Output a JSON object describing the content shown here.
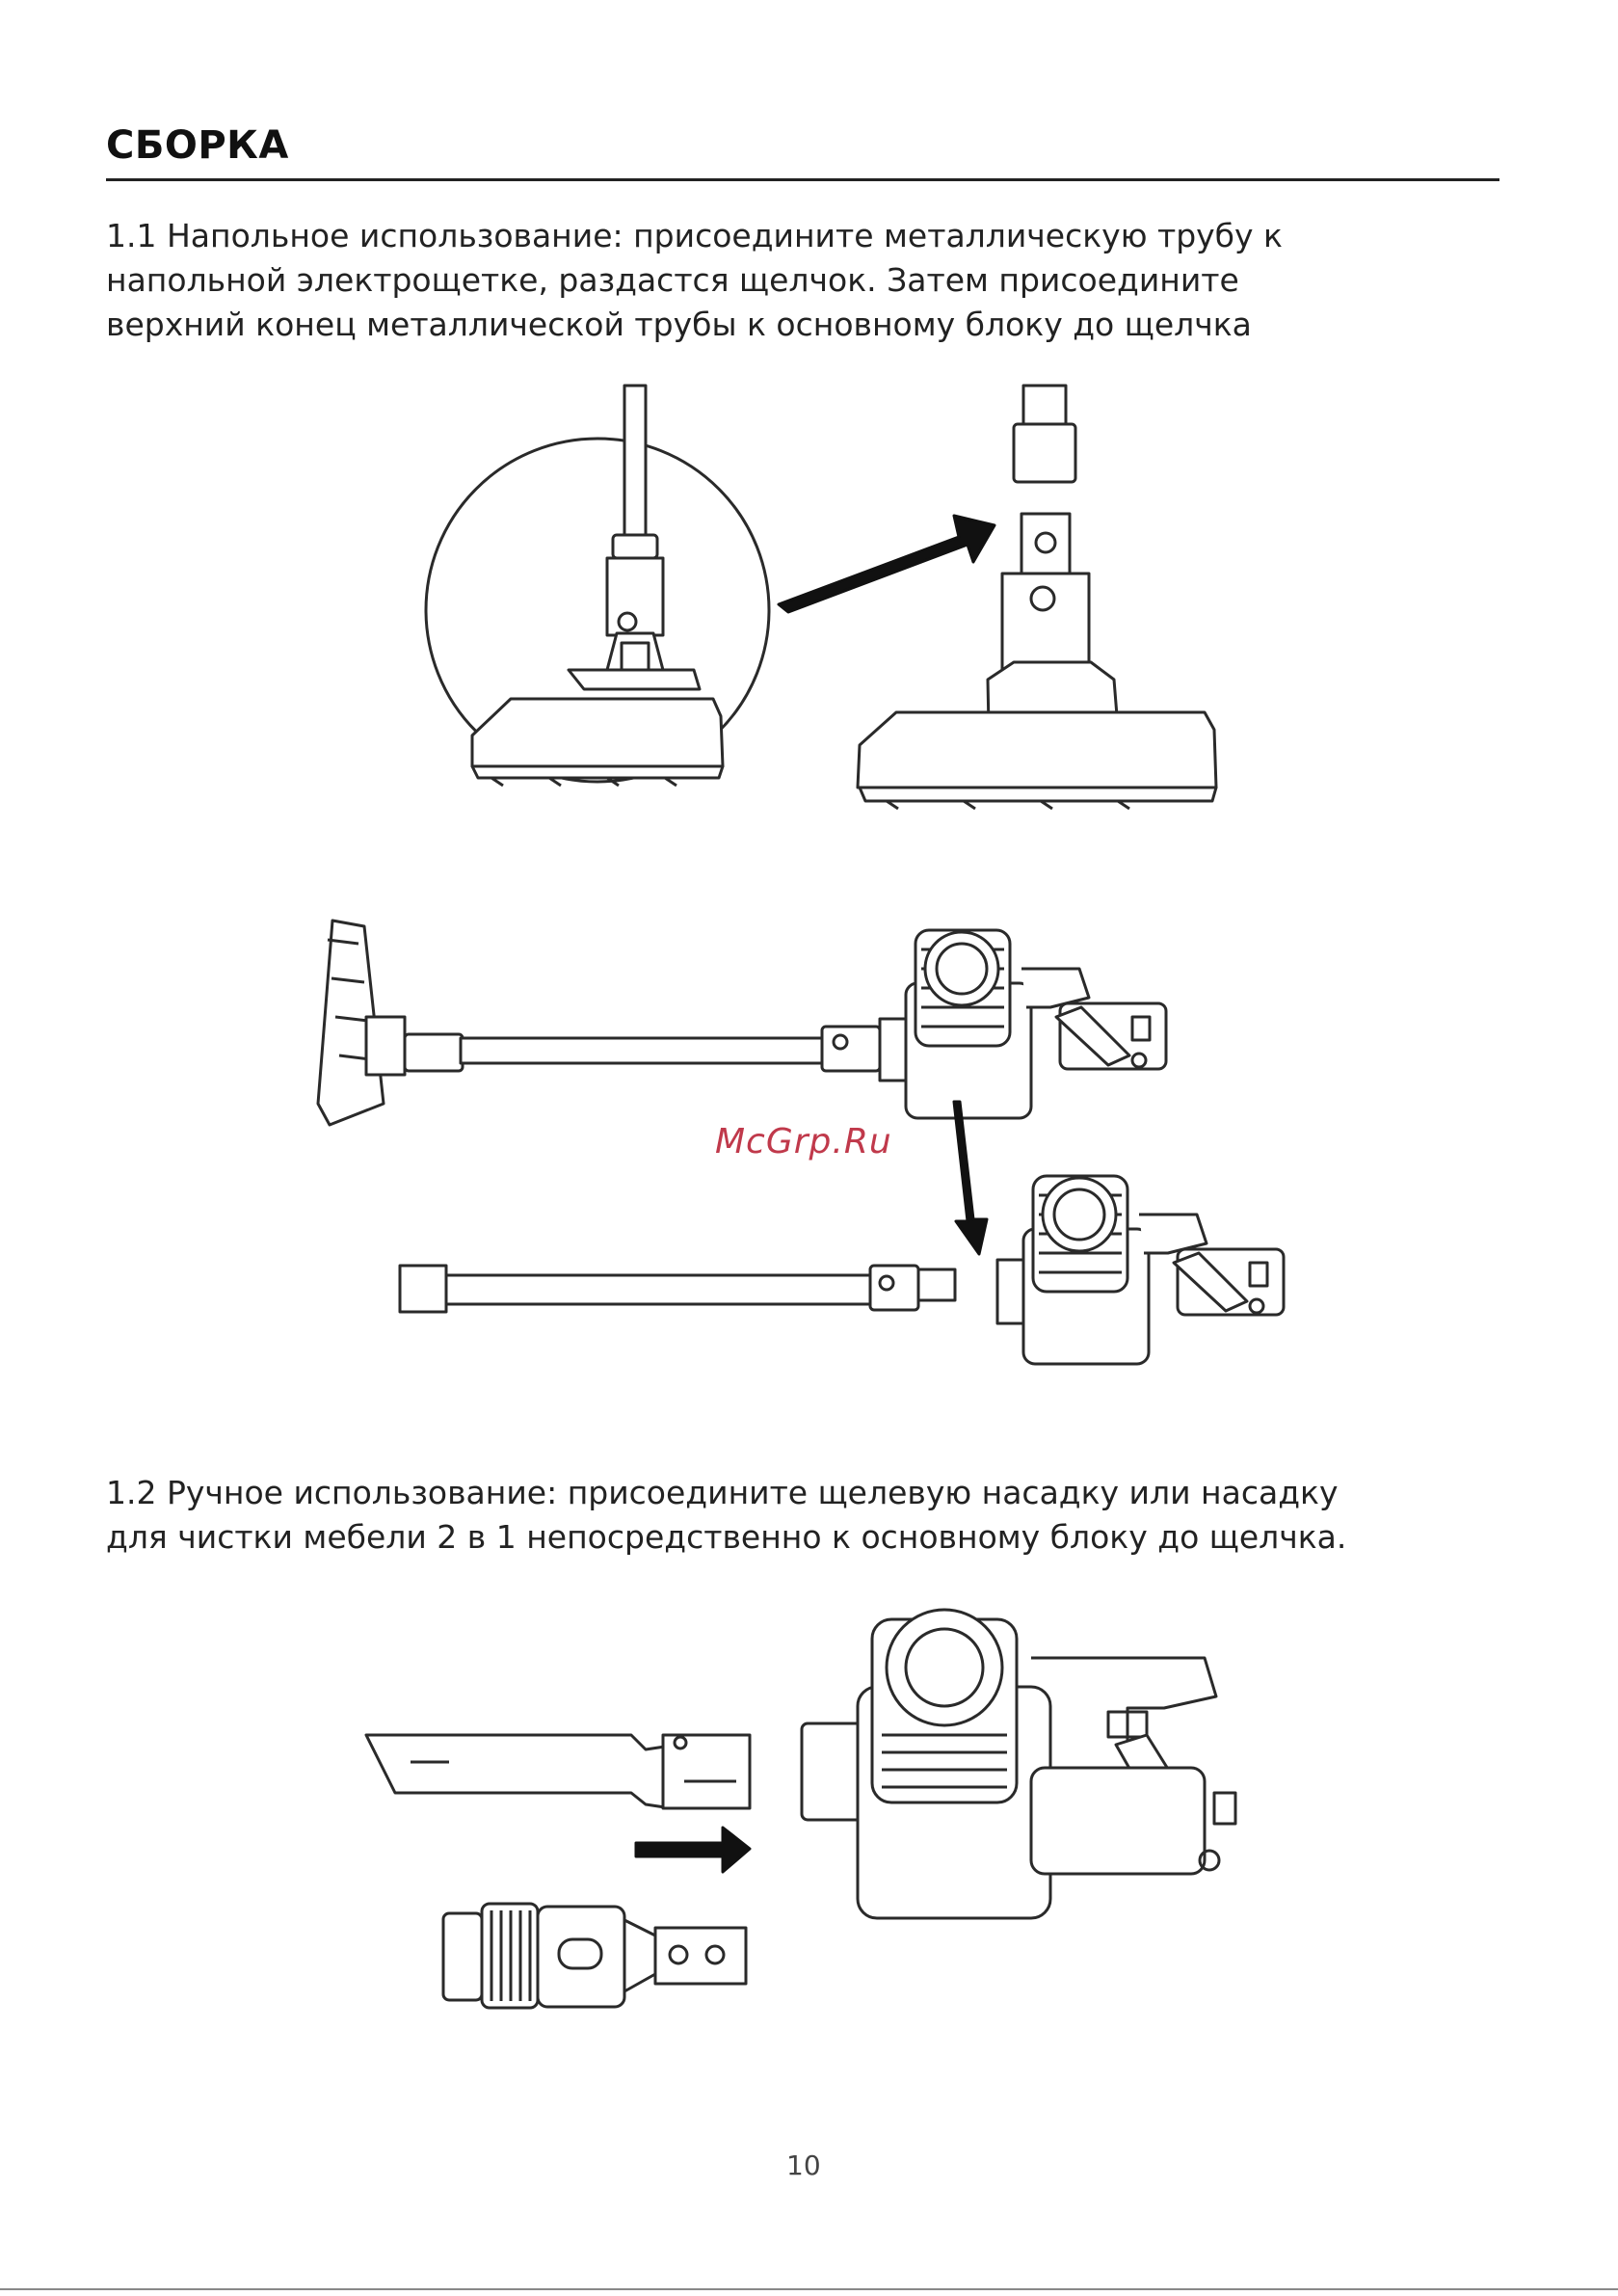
{
  "heading": "СБОРКА",
  "section1": {
    "lines": [
      "1.1 Напольное использование: присоедините металлическую трубу к",
      "напольной электрощетке, раздастся щелчок. Затем присоедините",
      "верхний конец металлической трубы к основному блоку до щелчка"
    ]
  },
  "section2": {
    "lines": [
      "1.2 Ручное использование: присоедините  щелевую насадку или насадку",
      "для чистки мебели 2 в 1 непосредственно к основному блоку до щелчка."
    ]
  },
  "watermark": "McGrp.Ru",
  "page_number": "10",
  "colors": {
    "text": "#222222",
    "line_art": "#2a2a2a",
    "watermark": "#c0394b"
  }
}
